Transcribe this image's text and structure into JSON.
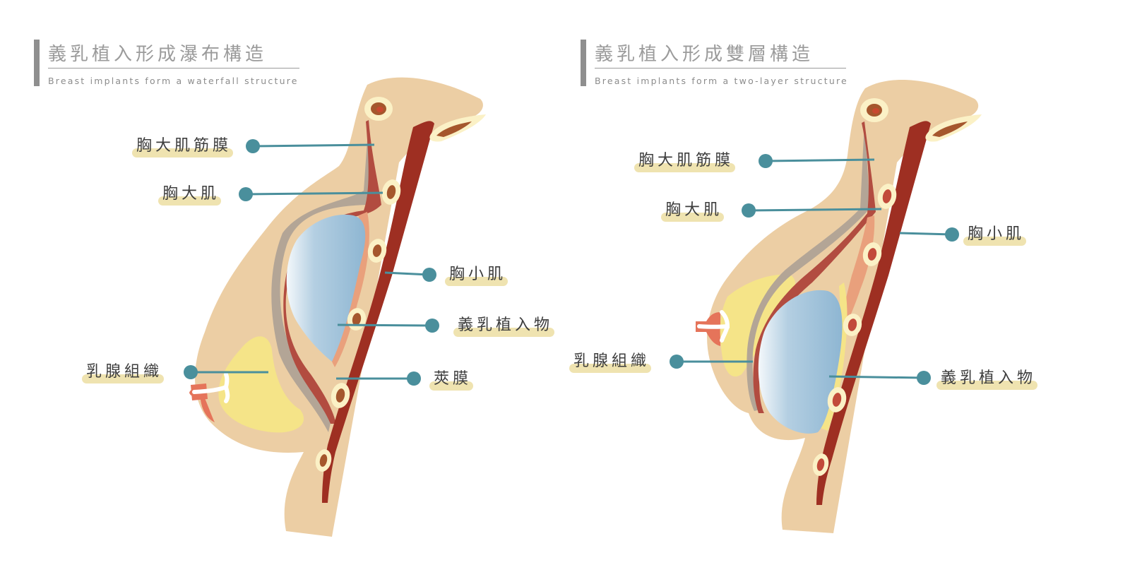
{
  "colors": {
    "skin": "#ecceA4",
    "fat_yellow": "#f5e488",
    "muscle_dark": "#9e2f22",
    "muscle_major": "#b24c40",
    "muscle_minor": "#e9a07c",
    "implant_light": "#f4f8fb",
    "implant_dark": "#8eb6d2",
    "fascia_gray": "#b3a596",
    "pointer_teal": "#4a8f9c",
    "label_highlight": "#efe3b0",
    "title_bar": "#8f8f8f"
  },
  "left_panel": {
    "title_zh": "義乳植入形成瀑布構造",
    "title_en": "Breast implants form a waterfall structure",
    "labels": {
      "fascia": "胸大肌筋膜",
      "pec_major": "胸大肌",
      "pec_minor": "胸小肌",
      "implant": "義乳植入物",
      "gland": "乳腺組織",
      "capsule": "莢膜"
    }
  },
  "right_panel": {
    "title_zh": "義乳植入形成雙層構造",
    "title_en": "Breast implants form a two-layer structure",
    "labels": {
      "fascia": "胸大肌筋膜",
      "pec_major": "胸大肌",
      "pec_minor": "胸小肌",
      "gland": "乳腺組織",
      "implant": "義乳植入物"
    }
  }
}
